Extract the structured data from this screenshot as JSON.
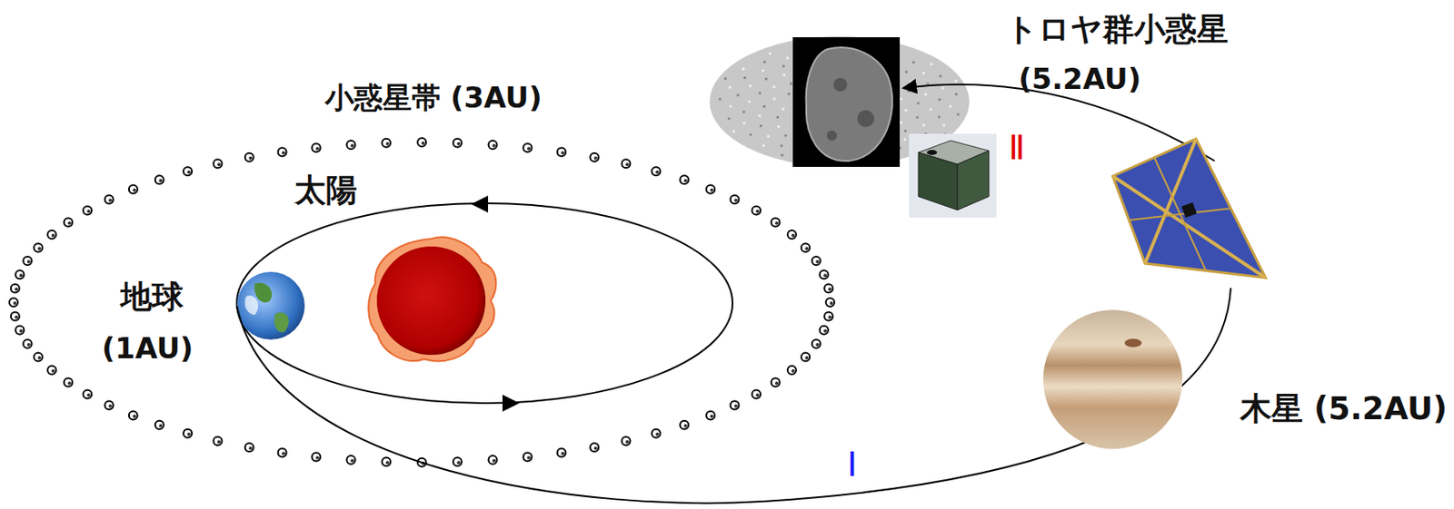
{
  "diagram": {
    "labels": [
      "トロヤ群小惑星",
      "(5.2AU)",
      "小惑星帯 (3AU)",
      "太陽",
      "地球",
      "(1AU)",
      "Ⅱ",
      "木星 (5.2AU)",
      "Ⅰ"
    ]
  }
}
